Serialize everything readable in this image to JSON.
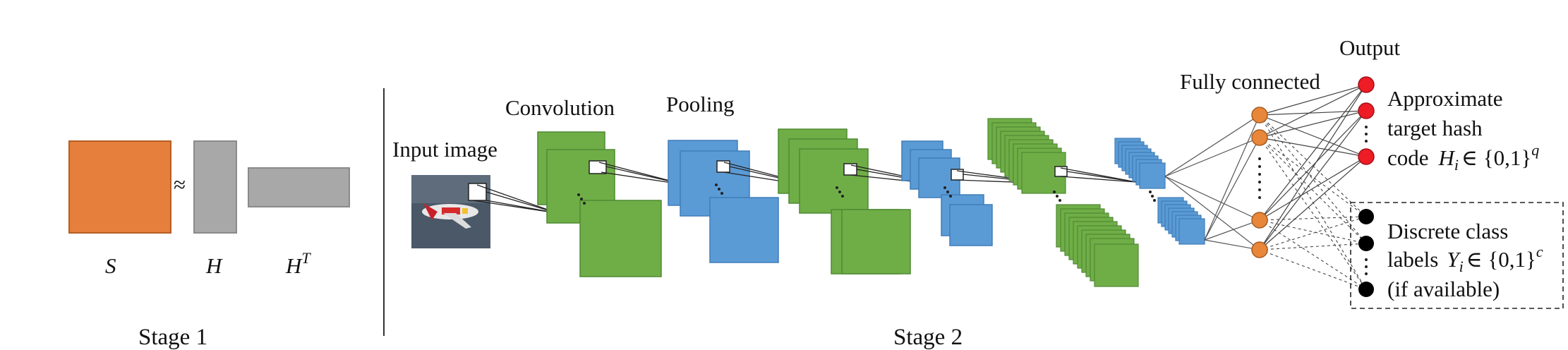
{
  "stage1": {
    "label": "Stage 1",
    "approx_symbol": "≈",
    "matrix_labels": {
      "s": "S",
      "h": "H",
      "ht_base": "H",
      "ht_sup": "T"
    }
  },
  "stage2": {
    "label": "Stage 2",
    "input_label": "Input image",
    "convolution_label": "Convolution",
    "pooling_label": "Pooling",
    "fully_connected_label": "Fully connected",
    "output_label": "Output",
    "hash_text": {
      "line1": "Approximate",
      "line2": "target hash",
      "line3_prefix": "code",
      "formula_var": "H",
      "formula_sub": "i",
      "formula_set": "∈ {0,1}",
      "formula_sup": "q"
    },
    "class_text": {
      "line1": "Discrete class",
      "line2_prefix": "labels",
      "formula_var": "Y",
      "formula_sub": "i",
      "formula_set": "∈ {0,1}",
      "formula_sup": "c",
      "line3": "(if available)"
    }
  },
  "colors": {
    "orange": "#E67E3C",
    "gray": "#A8A8A8",
    "green": "#6FAE47",
    "blue": "#5B9BD5",
    "output_red": "#EE1C25",
    "fc_node": "#E8873A",
    "label_node": "#000000"
  }
}
